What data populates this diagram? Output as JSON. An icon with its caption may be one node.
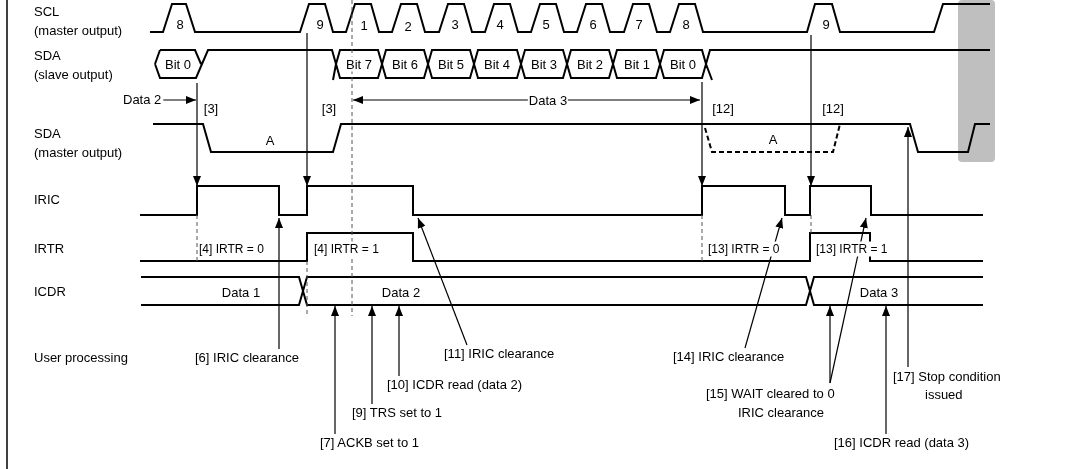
{
  "diagram": {
    "nodes": [
      {
        "text": [
          "Data 2"
        ]
      },
      {
        "text": [
          "[6] IRIC clearance"
        ]
      },
      {
        "text": [
          "[7] ACKB set to 1"
        ]
      },
      {
        "text": [
          "[9] TRS set to 1"
        ]
      },
      {
        "text": [
          "[10] ICDR read (data 2)"
        ]
      },
      {
        "text": [
          "[11] IRIC clearance"
        ]
      },
      {
        "text": [
          "[14] IRIC clearance"
        ]
      },
      {
        "text": [
          "[15] WAIT cleared to 0 IRIC clearance"
        ]
      },
      {
        "text": [
          "[16] ICDR read (data 3)"
        ]
      },
      {
        "text": [
          "[17] Stop condition issued"
        ]
      },
      {
        "text": [],
        "shape": "picture"
      }
    ],
    "edges": [
      {
        "from": 0,
        "to": 10,
        "arrow": "to"
      },
      {
        "from": 1,
        "to": 10,
        "arrow": "to"
      },
      {
        "from": 2,
        "to": 10,
        "arrow": "to"
      },
      {
        "from": 3,
        "to": 10,
        "arrow": "to"
      },
      {
        "from": 4,
        "to": 10,
        "arrow": "to"
      },
      {
        "from": 5,
        "to": 10,
        "arrow": "to"
      },
      {
        "from": 6,
        "to": 10,
        "arrow": "to"
      },
      {
        "from": 7,
        "to": 10,
        "arrow": "to"
      },
      {
        "from": 7,
        "to": 10,
        "arrow": "to"
      },
      {
        "from": 8,
        "to": 10,
        "arrow": "to"
      },
      {
        "from": 9,
        "to": 10,
        "arrow": "to"
      }
    ],
    "labels": [
      "SCL",
      "(master output)",
      "8",
      "9",
      "1",
      "2",
      "3",
      "4",
      "5",
      "6",
      "7",
      "8",
      "9",
      "SDA",
      "(slave output)",
      "Bit 0",
      "Bit 7",
      "Bit 6",
      "Bit 5",
      "Bit 4",
      "Bit 3",
      "Bit 2",
      "Bit 1",
      "Bit 0",
      "[3]",
      "[3]",
      "Data 3",
      "[12]",
      "[12]",
      "SDA",
      "(master output)",
      "A",
      "A",
      "IRIC",
      "IRTR",
      "[4] IRTR = 0",
      "[4] IRTR = 1",
      "[13] IRTR = 0",
      "[13] IRTR = 1",
      "ICDR",
      "Data 1",
      "Data 2",
      "Data 3",
      "User processing"
    ]
  }
}
